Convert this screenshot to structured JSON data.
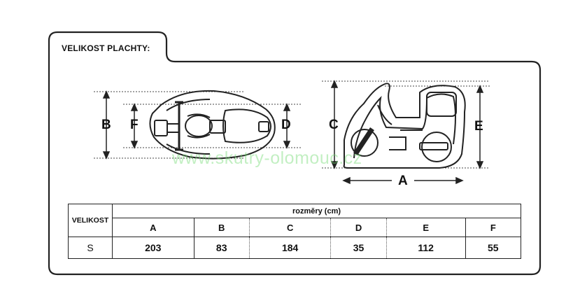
{
  "title": "VELIKOST PLACHTY:",
  "labels": {
    "top_B": "B",
    "top_F": "F",
    "top_D": "D",
    "side_C": "C",
    "side_E": "E",
    "side_A": "A"
  },
  "watermark": "www.skutry-olomouc.cz",
  "table": {
    "size_header": "VELIKOST",
    "dims_header": "rozměry (cm)",
    "columns": [
      "A",
      "B",
      "C",
      "D",
      "E",
      "F"
    ],
    "rows": [
      {
        "size": "S",
        "values": [
          "203",
          "83",
          "184",
          "35",
          "112",
          "55"
        ]
      }
    ]
  }
}
